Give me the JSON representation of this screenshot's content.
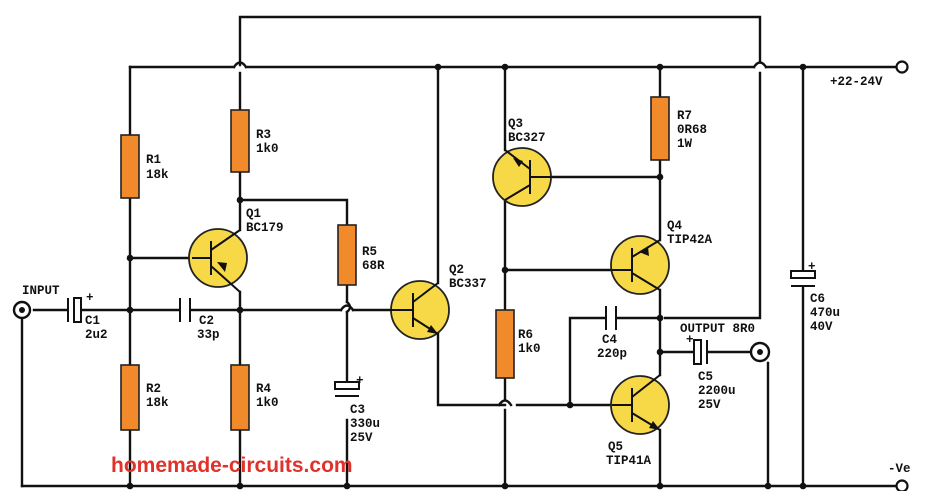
{
  "supply": {
    "positive": "+22-24V",
    "negative": "-Ve"
  },
  "ports": {
    "input": "INPUT",
    "output": "OUTPUT 8R0"
  },
  "resistors": {
    "R1": {
      "name": "R1",
      "value": "18k"
    },
    "R2": {
      "name": "R2",
      "value": "18k"
    },
    "R3": {
      "name": "R3",
      "value": "1k0"
    },
    "R4": {
      "name": "R4",
      "value": "1k0"
    },
    "R5": {
      "name": "R5",
      "value": "68R"
    },
    "R6": {
      "name": "R6",
      "value": "1k0"
    },
    "R7": {
      "name": "R7",
      "value": "0R68",
      "rating": "1W"
    }
  },
  "capacitors": {
    "C1": {
      "name": "C1",
      "value": "2u2"
    },
    "C2": {
      "name": "C2",
      "value": "33p"
    },
    "C3": {
      "name": "C3",
      "value": "330u",
      "rating": "25V"
    },
    "C4": {
      "name": "C4",
      "value": "220p"
    },
    "C5": {
      "name": "C5",
      "value": "2200u",
      "rating": "25V"
    },
    "C6": {
      "name": "C6",
      "value": "470u",
      "rating": "40V"
    }
  },
  "transistors": {
    "Q1": {
      "name": "Q1",
      "part": "BC179"
    },
    "Q2": {
      "name": "Q2",
      "part": "BC337"
    },
    "Q3": {
      "name": "Q3",
      "part": "BC327"
    },
    "Q4": {
      "name": "Q4",
      "part": "TIP42A"
    },
    "Q5": {
      "name": "Q5",
      "part": "TIP41A"
    }
  },
  "polarity_mark": "+",
  "watermark": "homemade-circuits.com",
  "colors": {
    "resistor": "#f08a2a",
    "transistor": "#f7d846",
    "wire": "#111111",
    "watermark": "#e0312b"
  }
}
